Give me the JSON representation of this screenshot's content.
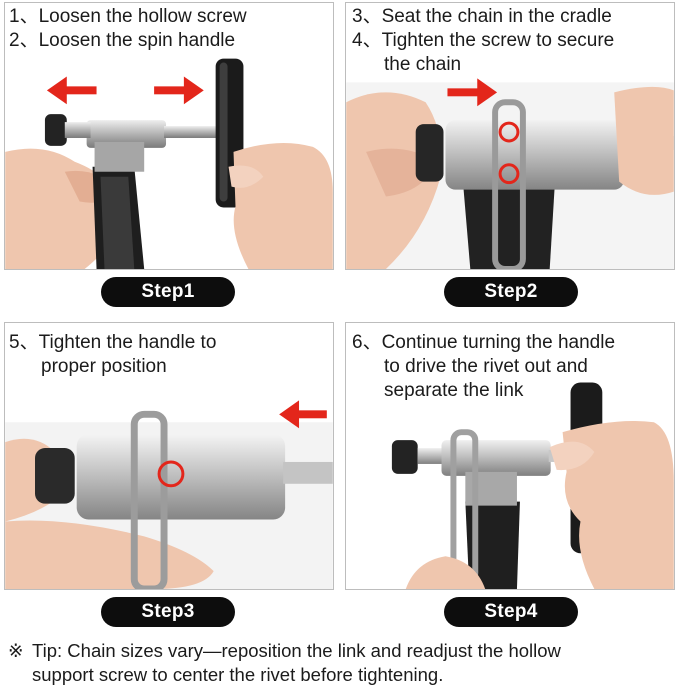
{
  "panels": [
    {
      "captions": [
        "1、Loosen the hollow screw",
        "2、Loosen the spin handle"
      ],
      "step_label": "Step1"
    },
    {
      "captions": [
        "3、Seat the chain in the cradle",
        "4、Tighten the screw to secure",
        "the chain"
      ],
      "step_label": "Step2"
    },
    {
      "captions": [
        "5、Tighten the handle to",
        "proper position"
      ],
      "step_label": "Step3"
    },
    {
      "captions": [
        "6、Continue turning the handle",
        "to drive the rivet out and",
        "separate the link"
      ],
      "step_label": "Step4"
    }
  ],
  "tip": {
    "symbol": "※",
    "line1": "Tip: Chain sizes vary—reposition the link and readjust the hollow",
    "line2": "support screw to center the rivet before tightening."
  },
  "colors": {
    "arrow": "#e3261b",
    "pill": "#0d0d0d",
    "border": "#bdbdbd"
  },
  "icons": [
    "left-arrow-icon",
    "right-arrow-icon",
    "right-arrow-icon",
    "left-arrow-icon"
  ]
}
